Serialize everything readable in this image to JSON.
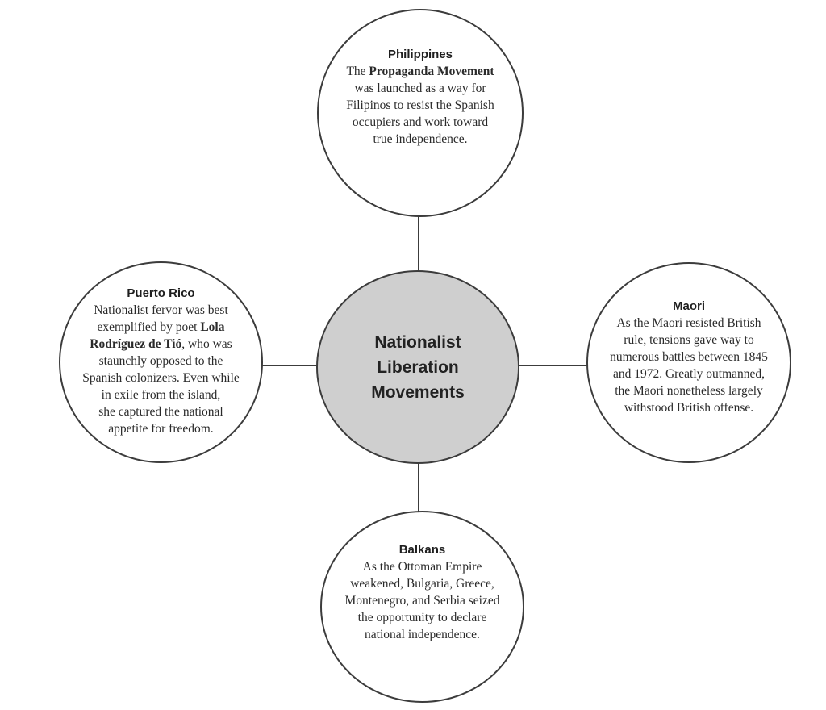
{
  "center": {
    "title": "Nationalist\nLiberation\nMovements"
  },
  "nodes": {
    "philippines": {
      "title": "Philippines",
      "lines": [
        [
          "The ",
          {
            "b": "Propaganda Movement"
          }
        ],
        [
          "was launched as a way for"
        ],
        [
          "Filipinos to resist the Spanish"
        ],
        [
          "occupiers and work toward"
        ],
        [
          "true independence."
        ]
      ]
    },
    "puerto_rico": {
      "title": "Puerto Rico",
      "lines": [
        [
          "Nationalist fervor was best"
        ],
        [
          "exemplified by poet ",
          {
            "b": "Lola"
          }
        ],
        [
          {
            "b": "Rodríguez de Tió"
          },
          ", who was"
        ],
        [
          "staunchly opposed to the"
        ],
        [
          "Spanish colonizers. Even while"
        ],
        [
          "in exile from the island,"
        ],
        [
          "she captured the national"
        ],
        [
          "appetite for freedom."
        ]
      ]
    },
    "maori": {
      "title": "Maori",
      "lines": [
        [
          "As the Maori resisted British"
        ],
        [
          "rule, tensions gave way to"
        ],
        [
          "numerous battles between 1845"
        ],
        [
          "and 1972. Greatly outmanned,"
        ],
        [
          "the Maori nonetheless largely"
        ],
        [
          "withstood British offense."
        ]
      ]
    },
    "balkans": {
      "title": "Balkans",
      "lines": [
        [
          "As the Ottoman Empire"
        ],
        [
          "weakened, Bulgaria, Greece,"
        ],
        [
          "Montenegro, and Serbia seized"
        ],
        [
          "the opportunity to declare"
        ],
        [
          "national independence."
        ]
      ]
    }
  }
}
